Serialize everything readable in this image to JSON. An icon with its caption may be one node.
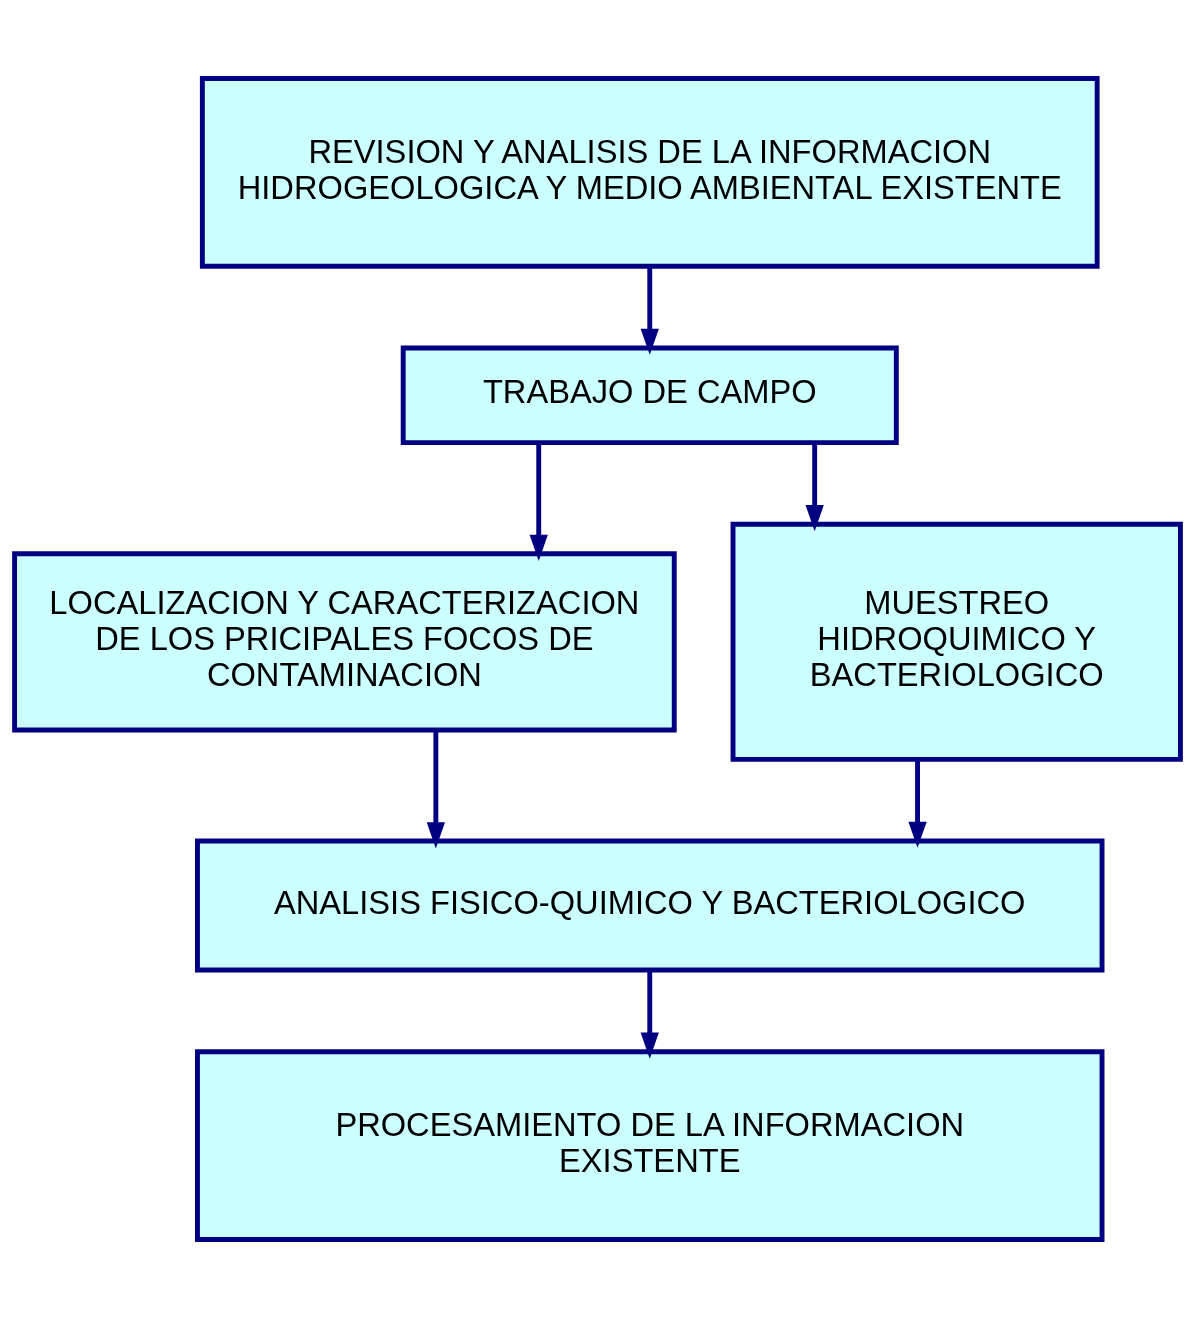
{
  "diagram": {
    "nodes": [
      {
        "text": [
          "REVISION Y ANALISIS DE LA INFORMACION HIDROGEOLOGICA Y MEDIO AMBIENTAL EXISTENTE"
        ]
      },
      {
        "text": [
          "TRABAJO DE CAMPO"
        ]
      },
      {
        "text": [
          "LOCALIZACION Y CARACTERIZACION DE LOS PRICIPALES FOCOS DE CONTAMINACION"
        ]
      },
      {
        "text": [
          "MUESTREO HIDROQUIMICO Y BACTERIOLOGICO"
        ]
      },
      {
        "text": [
          "ANALISIS FISICO-QUIMICO Y BACTERIOLOGICO"
        ]
      },
      {
        "text": [
          "PROCESAMIENTO DE LA INFORMACION EXISTENTE"
        ]
      }
    ],
    "edges": [
      {
        "from": 0,
        "to": 1,
        "arrow": "to"
      },
      {
        "from": 1,
        "to": 2,
        "arrow": "to"
      },
      {
        "from": 1,
        "to": 3,
        "arrow": "to"
      },
      {
        "from": 2,
        "to": 4,
        "arrow": "to"
      },
      {
        "from": 3,
        "to": 4,
        "arrow": "to"
      },
      {
        "from": 4,
        "to": 5,
        "arrow": "to"
      }
    ]
  }
}
